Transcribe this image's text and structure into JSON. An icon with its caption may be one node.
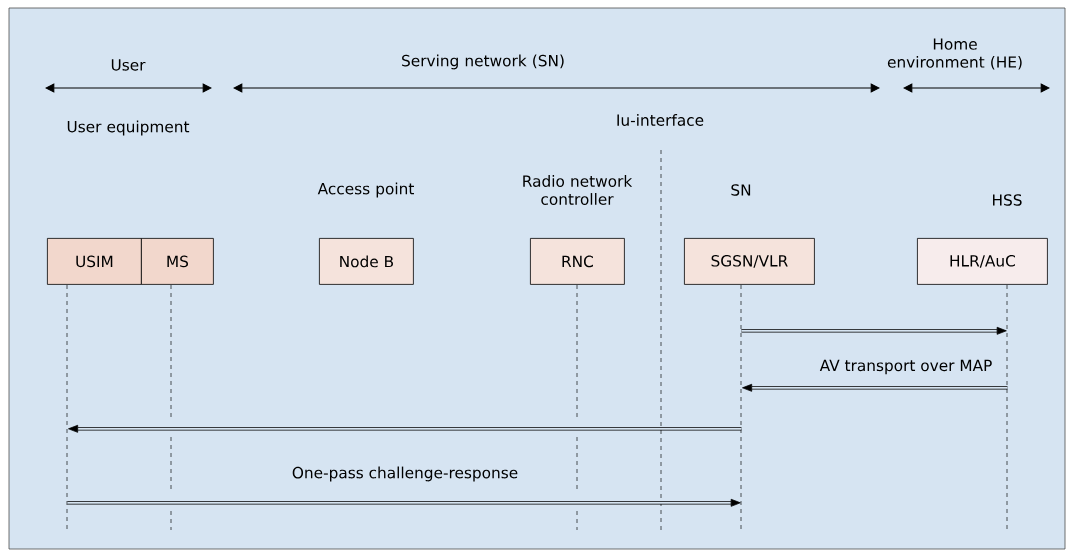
{
  "diagram": {
    "nodes": [
      {
        "text": [
          "USIM"
        ]
      },
      {
        "text": [
          "MS"
        ]
      },
      {
        "text": [
          "Node B"
        ],
        "beside": [
          "Access point"
        ]
      },
      {
        "text": [
          "RNC"
        ],
        "beside": [
          "Radio network controller"
        ]
      },
      {
        "text": [
          "SGSN/VLR"
        ],
        "beside": [
          "SN"
        ]
      },
      {
        "text": [
          "HLR/AuC"
        ],
        "beside": [
          "HSS"
        ]
      }
    ],
    "edges": [
      {
        "from": 4,
        "to": 5,
        "arrow": "to"
      },
      {
        "from": 5,
        "to": 4,
        "arrow": "to",
        "label": "AV transport over MAP"
      },
      {
        "from": 4,
        "to": 0,
        "arrow": "to"
      },
      {
        "from": 0,
        "to": 4,
        "arrow": "to",
        "label": "One-pass challenge-response"
      }
    ],
    "labels": [
      "User",
      "Serving network (SN)",
      "Home environment (HE)",
      "User equipment",
      "Iu-interface"
    ]
  }
}
